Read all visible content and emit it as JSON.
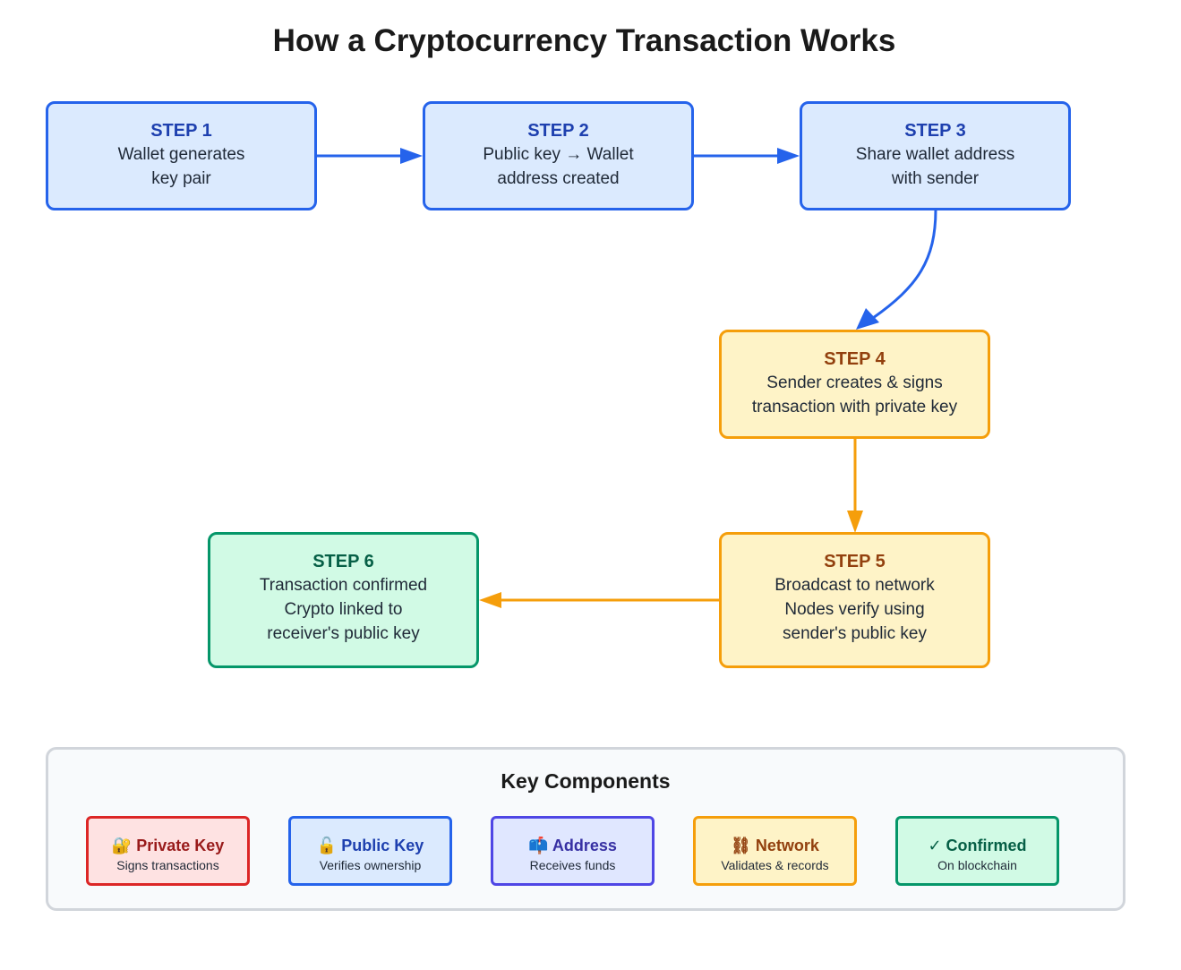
{
  "title": "How a Cryptocurrency Transaction Works",
  "colors": {
    "blue_stroke": "#2563eb",
    "amber_stroke": "#f59e0b",
    "green_stroke": "#059669"
  },
  "steps": [
    {
      "label": "STEP 1",
      "lines": [
        "Wallet generates",
        "key pair"
      ]
    },
    {
      "label": "STEP 2",
      "lines": [
        "Public key → Wallet",
        "address created"
      ]
    },
    {
      "label": "STEP 3",
      "lines": [
        "Share wallet address",
        "with sender"
      ]
    },
    {
      "label": "STEP 4",
      "lines": [
        "Sender creates & signs",
        "transaction with private key"
      ]
    },
    {
      "label": "STEP 5",
      "lines": [
        "Broadcast to network",
        "Nodes verify using",
        "sender's public key"
      ]
    },
    {
      "label": "STEP 6",
      "lines": [
        "Transaction confirmed",
        "Crypto linked to",
        "receiver's public key"
      ]
    }
  ],
  "flow": [
    {
      "from": "STEP 1",
      "to": "STEP 2"
    },
    {
      "from": "STEP 2",
      "to": "STEP 3"
    },
    {
      "from": "STEP 3",
      "to": "STEP 4"
    },
    {
      "from": "STEP 4",
      "to": "STEP 5"
    },
    {
      "from": "STEP 5",
      "to": "STEP 6"
    }
  ],
  "legend": {
    "title": "Key Components",
    "items": [
      {
        "icon": "🔐",
        "icon_name": "locked-with-key-icon",
        "title": "Private Key",
        "desc": "Signs transactions"
      },
      {
        "icon": "🔓",
        "icon_name": "open-lock-icon",
        "title": "Public Key",
        "desc": "Verifies ownership"
      },
      {
        "icon": "📫",
        "icon_name": "mailbox-icon",
        "title": "Address",
        "desc": "Receives funds"
      },
      {
        "icon": "⛓",
        "icon_name": "chains-icon",
        "title": "Network",
        "desc": "Validates & records"
      },
      {
        "icon": "✓",
        "icon_name": "check-mark-icon",
        "title": "Confirmed",
        "desc": "On blockchain"
      }
    ]
  }
}
